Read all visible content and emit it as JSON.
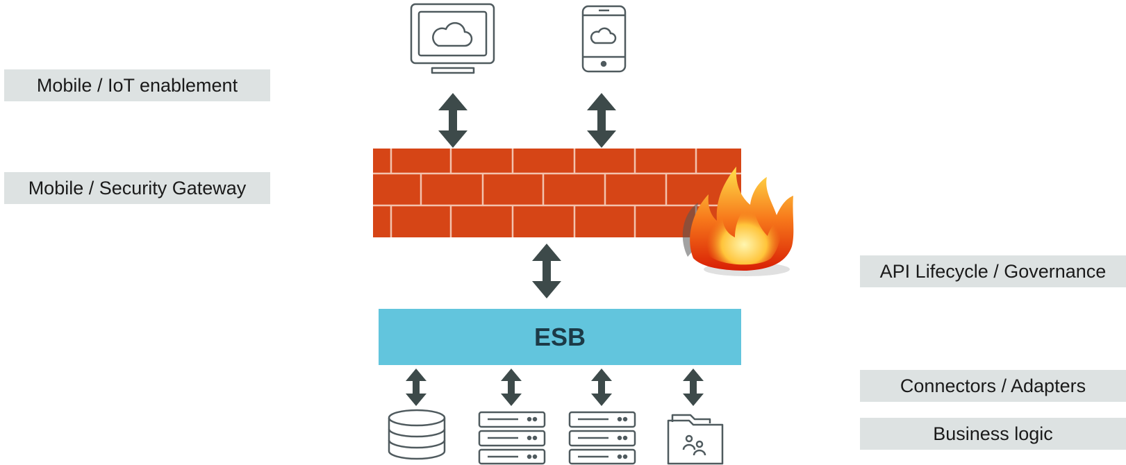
{
  "labels": {
    "mobile_iot": "Mobile / IoT enablement",
    "mobile_security_gateway": "Mobile / Security Gateway",
    "api_lifecycle": "API Lifecycle / Governance",
    "connectors": "Connectors / Adapters",
    "business_logic": "Business logic"
  },
  "esb": {
    "label": "ESB"
  },
  "colors": {
    "label_bg": "#dde2e2",
    "esb_bg": "#62c5dd",
    "esb_text": "#1c3a47",
    "arrow": "#3d4a4a",
    "firewall_brick": "#d64516",
    "mortar": "#f3c2ad",
    "icon_stroke": "#4f5a5e"
  },
  "icons": {
    "top": [
      "desktop-cloud-icon",
      "mobile-cloud-icon"
    ],
    "firewall": "firewall-with-flame-icon",
    "bottom": [
      "database-icon",
      "server-stack-icon",
      "server-stack-icon",
      "shared-folder-icon"
    ]
  }
}
